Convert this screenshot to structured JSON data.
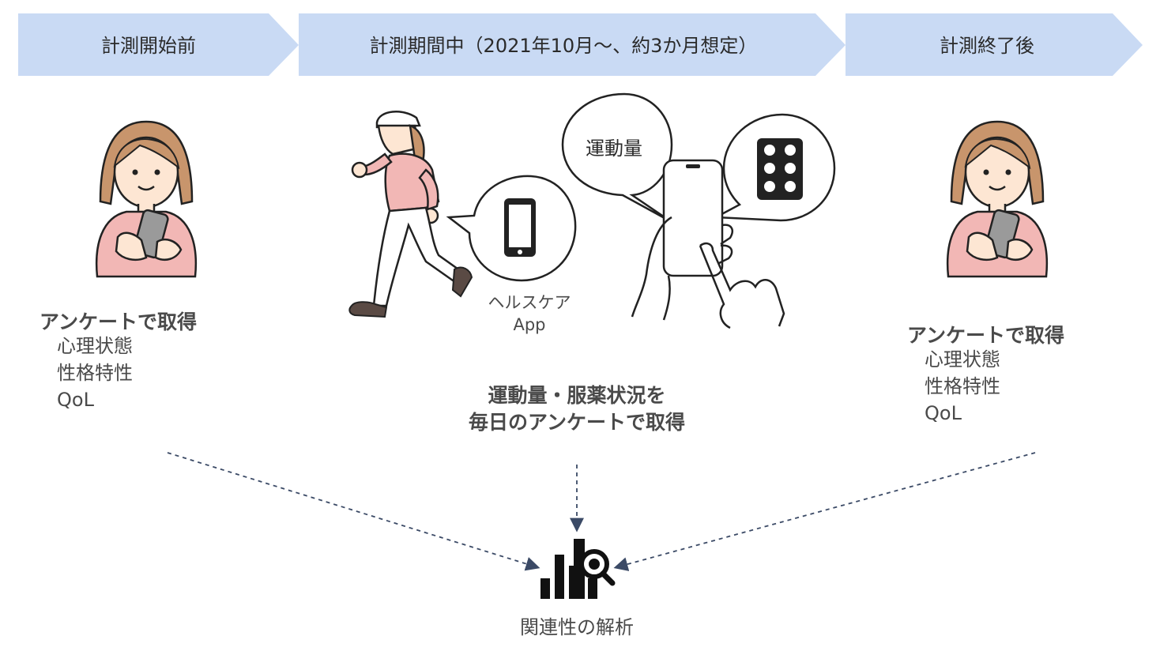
{
  "phases": [
    {
      "label": "計測開始前"
    },
    {
      "label": "計測期間中（2021年10月～、約3か月想定）"
    },
    {
      "label": "計測終了後"
    }
  ],
  "before": {
    "title": "アンケートで取得",
    "items": [
      "心理状態",
      "性格特性",
      "QoL"
    ]
  },
  "during": {
    "app_label_line1": "ヘルスケア",
    "app_label_line2": "App",
    "bubble_text": "運動量",
    "summary_line1": "運動量・服薬状況を",
    "summary_line2": "毎日のアンケートで取得"
  },
  "after": {
    "title": "アンケートで取得",
    "items": [
      "心理状態",
      "性格特性",
      "QoL"
    ]
  },
  "analysis": {
    "label": "関連性の解析"
  },
  "colors": {
    "phase_fill": "#c9daf4",
    "skin": "#fde6d3",
    "hair": "#c8956c",
    "sweater": "#f2b7b5",
    "outline": "#222222",
    "arrow": "#3b4a66"
  }
}
